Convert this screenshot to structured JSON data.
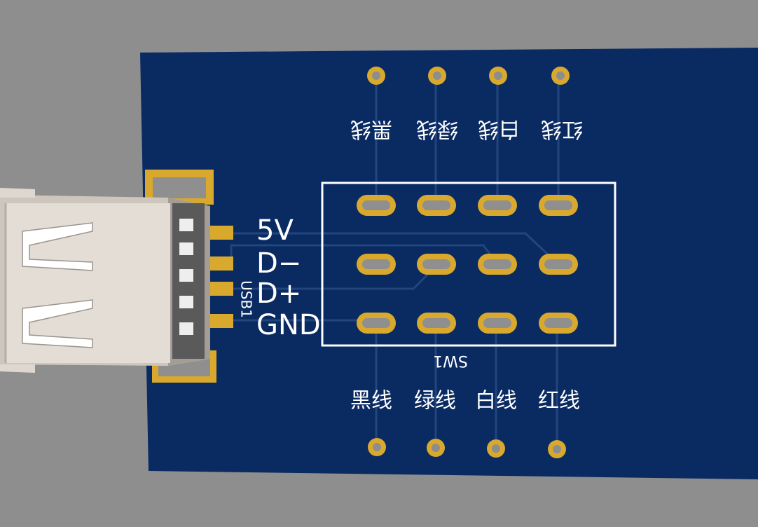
{
  "board": {
    "pcb_color": "#0a2a62",
    "silk_color": "#ffffff",
    "copper_color": "#d9a92e",
    "background_color": "#8e8e8e"
  },
  "connector": {
    "designator": "USB1",
    "pin_labels": [
      "5V",
      "D−",
      "D+",
      "GND"
    ]
  },
  "switch": {
    "designator": "SW1",
    "pad_rows": 3,
    "pad_columns": 4
  },
  "wire_labels_top": [
    "黑线",
    "绿线",
    "白线",
    "红线"
  ],
  "wire_labels_bottom": [
    "黑线",
    "绿线",
    "白线",
    "红线"
  ]
}
